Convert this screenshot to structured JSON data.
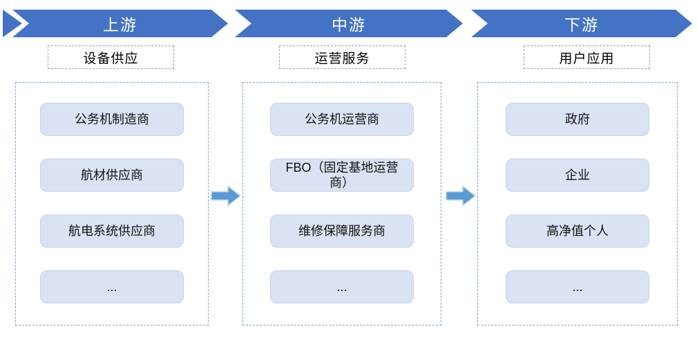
{
  "stages": [
    {
      "banner": "上游",
      "category": "设备供应",
      "items": [
        "公务机制造商",
        "航材供应商",
        "航电系统供应商",
        "..."
      ]
    },
    {
      "banner": "中游",
      "category": "运营服务",
      "items": [
        "公务机运营商",
        "FBO（固定基地运营商）",
        "维修保障服务商",
        "..."
      ]
    },
    {
      "banner": "下游",
      "category": "用户应用",
      "items": [
        "政府",
        "企业",
        "高净值个人",
        "..."
      ]
    }
  ],
  "colors": {
    "banner_blue": "#4472C4",
    "flow_arrow_fill": "#5B9BD5",
    "flow_arrow_outline": "#BDD7EE",
    "item_fill": "#DAE3F3",
    "item_border": "#C3D1EB",
    "container_dash": "#74A2C8",
    "category_dash": "#9B9B9B"
  }
}
